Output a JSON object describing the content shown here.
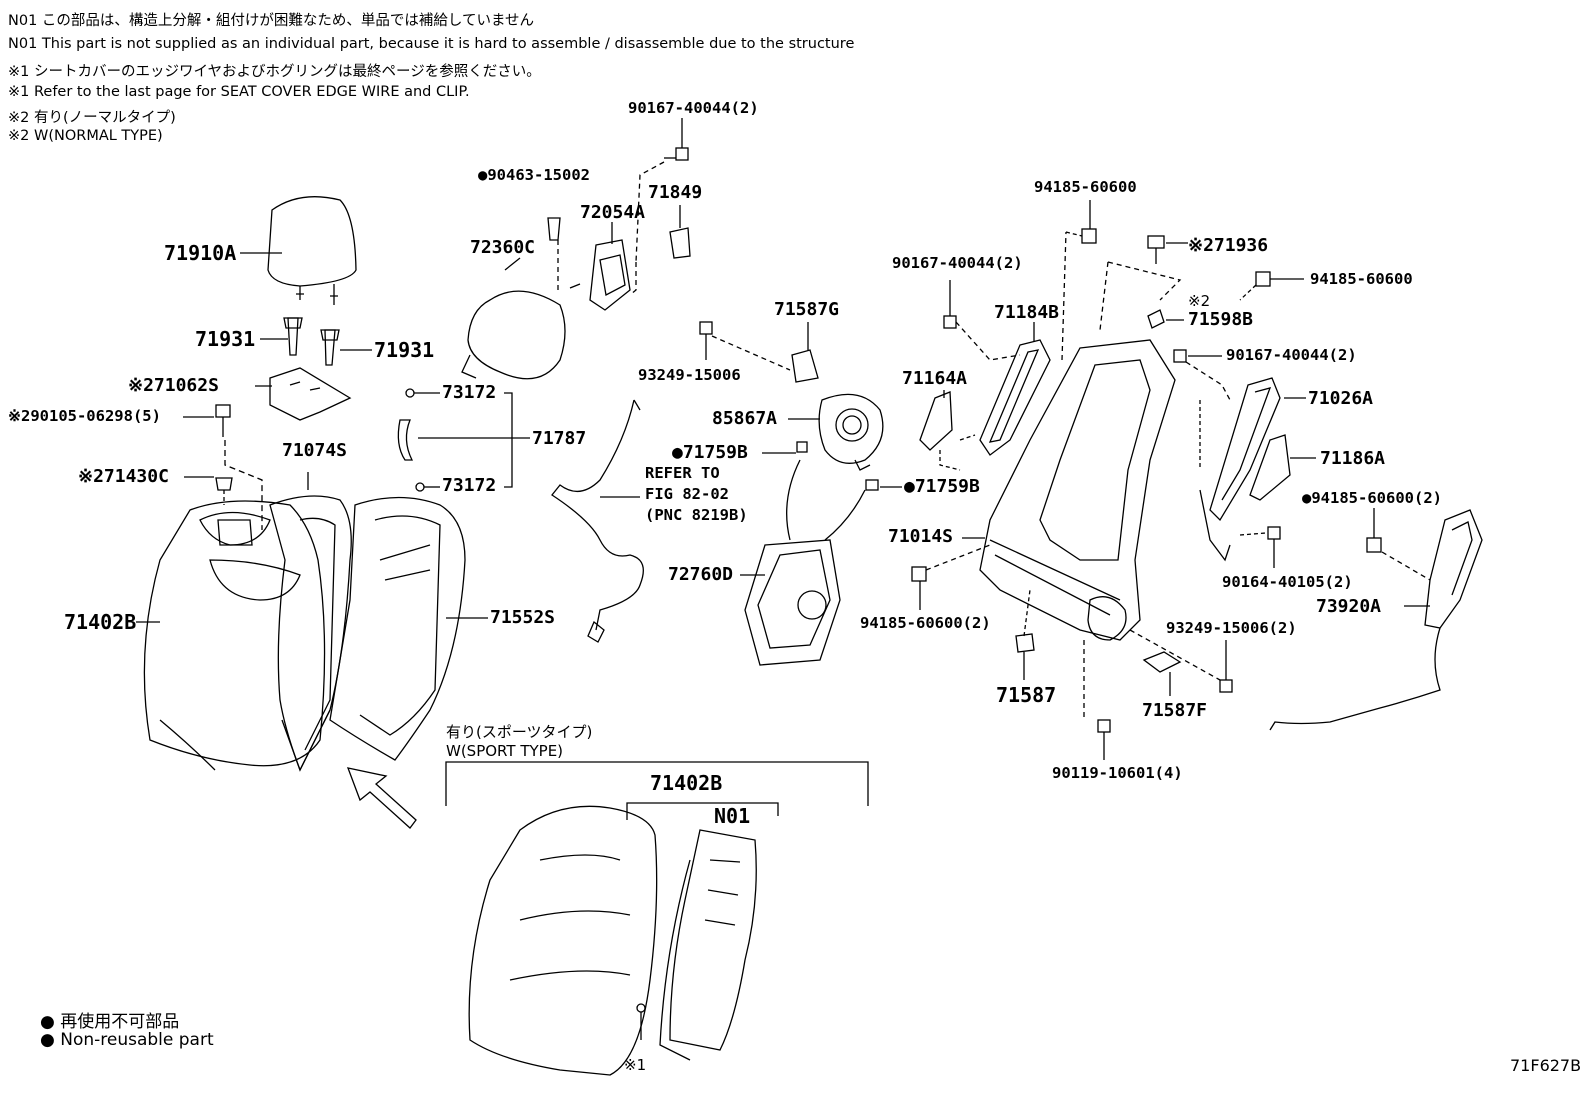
{
  "notes": [
    "N01 この部品は、構造上分解・組付けが困難なため、単品では補給していません",
    "N01 This part is not supplied as an individual part, because it is hard to assemble / disassemble due to the structure",
    "※1 シートカバーのエッジワイヤおよびホグリングは最終ページを参照ください。",
    "※1 Refer to the last page for SEAT COVER EDGE WIRE and CLIP.",
    "※2 有り(ノーマルタイプ)",
    "※2 W(NORMAL TYPE)"
  ],
  "labels": {
    "p90167_top": "90167-40044(2)",
    "p90463": "●90463-15002",
    "p72054A": "72054A",
    "p71849": "71849",
    "p71910A": "71910A",
    "p72360C": "72360C",
    "p71931_l": "71931",
    "p71931_r": "71931",
    "p71062S": "※271062S",
    "p90105": "※290105-06298(5)",
    "p73172_a": "73172",
    "p73172_b": "73172",
    "p71787": "71787",
    "p71074S": "71074S",
    "p71430C": "※271430C",
    "p71402B": "71402B",
    "p71552S": "71552S",
    "p71587G": "71587G",
    "p93249_a": "93249-15006",
    "p85867A": "85867A",
    "p71759B_a": "●71759B",
    "p71759B_b": "●71759B",
    "refer1": "REFER TO",
    "refer2": "FIG 82-02",
    "refer3": "(PNC 8219B)",
    "p72760D": "72760D",
    "p94185_top": "94185-60600",
    "p90167_mid": "90167-40044(2)",
    "p71936": "※271936",
    "p94185_r1": "94185-60600",
    "p71598B_n": "※2",
    "p71598B": "71598B",
    "p71184B": "71184B",
    "p71164A": "71164A",
    "p90167_r": "90167-40044(2)",
    "p71026A": "71026A",
    "p71186A": "71186A",
    "p71014S": "71014S",
    "p94185_r2": "●94185-60600(2)",
    "p90164": "90164-40105(2)",
    "p94185_b": "94185-60600(2)",
    "p73920A": "73920A",
    "p93249_b": "93249-15006(2)",
    "p71587": "71587",
    "p71587F": "71587F",
    "p90119": "90119-10601(4)",
    "sport_jp": "有り(スポーツタイプ)",
    "sport_en": "W(SPORT TYPE)",
    "p71402B_sport": "71402B",
    "pN01": "N01",
    "p_note1": "※1"
  },
  "legend": {
    "jp": "● 再使用不可部品",
    "en": "● Non-reusable part"
  },
  "figure_id": "71F627B"
}
